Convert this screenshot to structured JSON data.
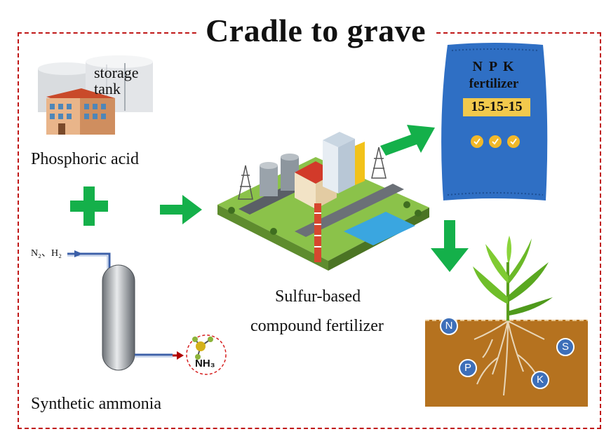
{
  "title": "Cradle to grave",
  "storage": {
    "line1": "storage",
    "line2": "tank"
  },
  "labels": {
    "phosphoric_acid": "Phosphoric acid",
    "synthetic_ammonia": "Synthetic ammonia",
    "sulfur_line1": "Sulfur-based",
    "sulfur_line2": "compound fertilizer"
  },
  "reactor": {
    "input": "N₂、H₂",
    "product": "NH₃"
  },
  "bag": {
    "line1": "N P K",
    "line2": "fertilizer",
    "ratio": "15-15-15"
  },
  "nutrients": [
    "N",
    "S",
    "P",
    "K"
  ],
  "colors": {
    "frame": "#c01818",
    "arrow": "#14b04a",
    "bag": "#2f6fc4",
    "soil": "#b5721f",
    "nutrient": "#3d6fb9"
  }
}
